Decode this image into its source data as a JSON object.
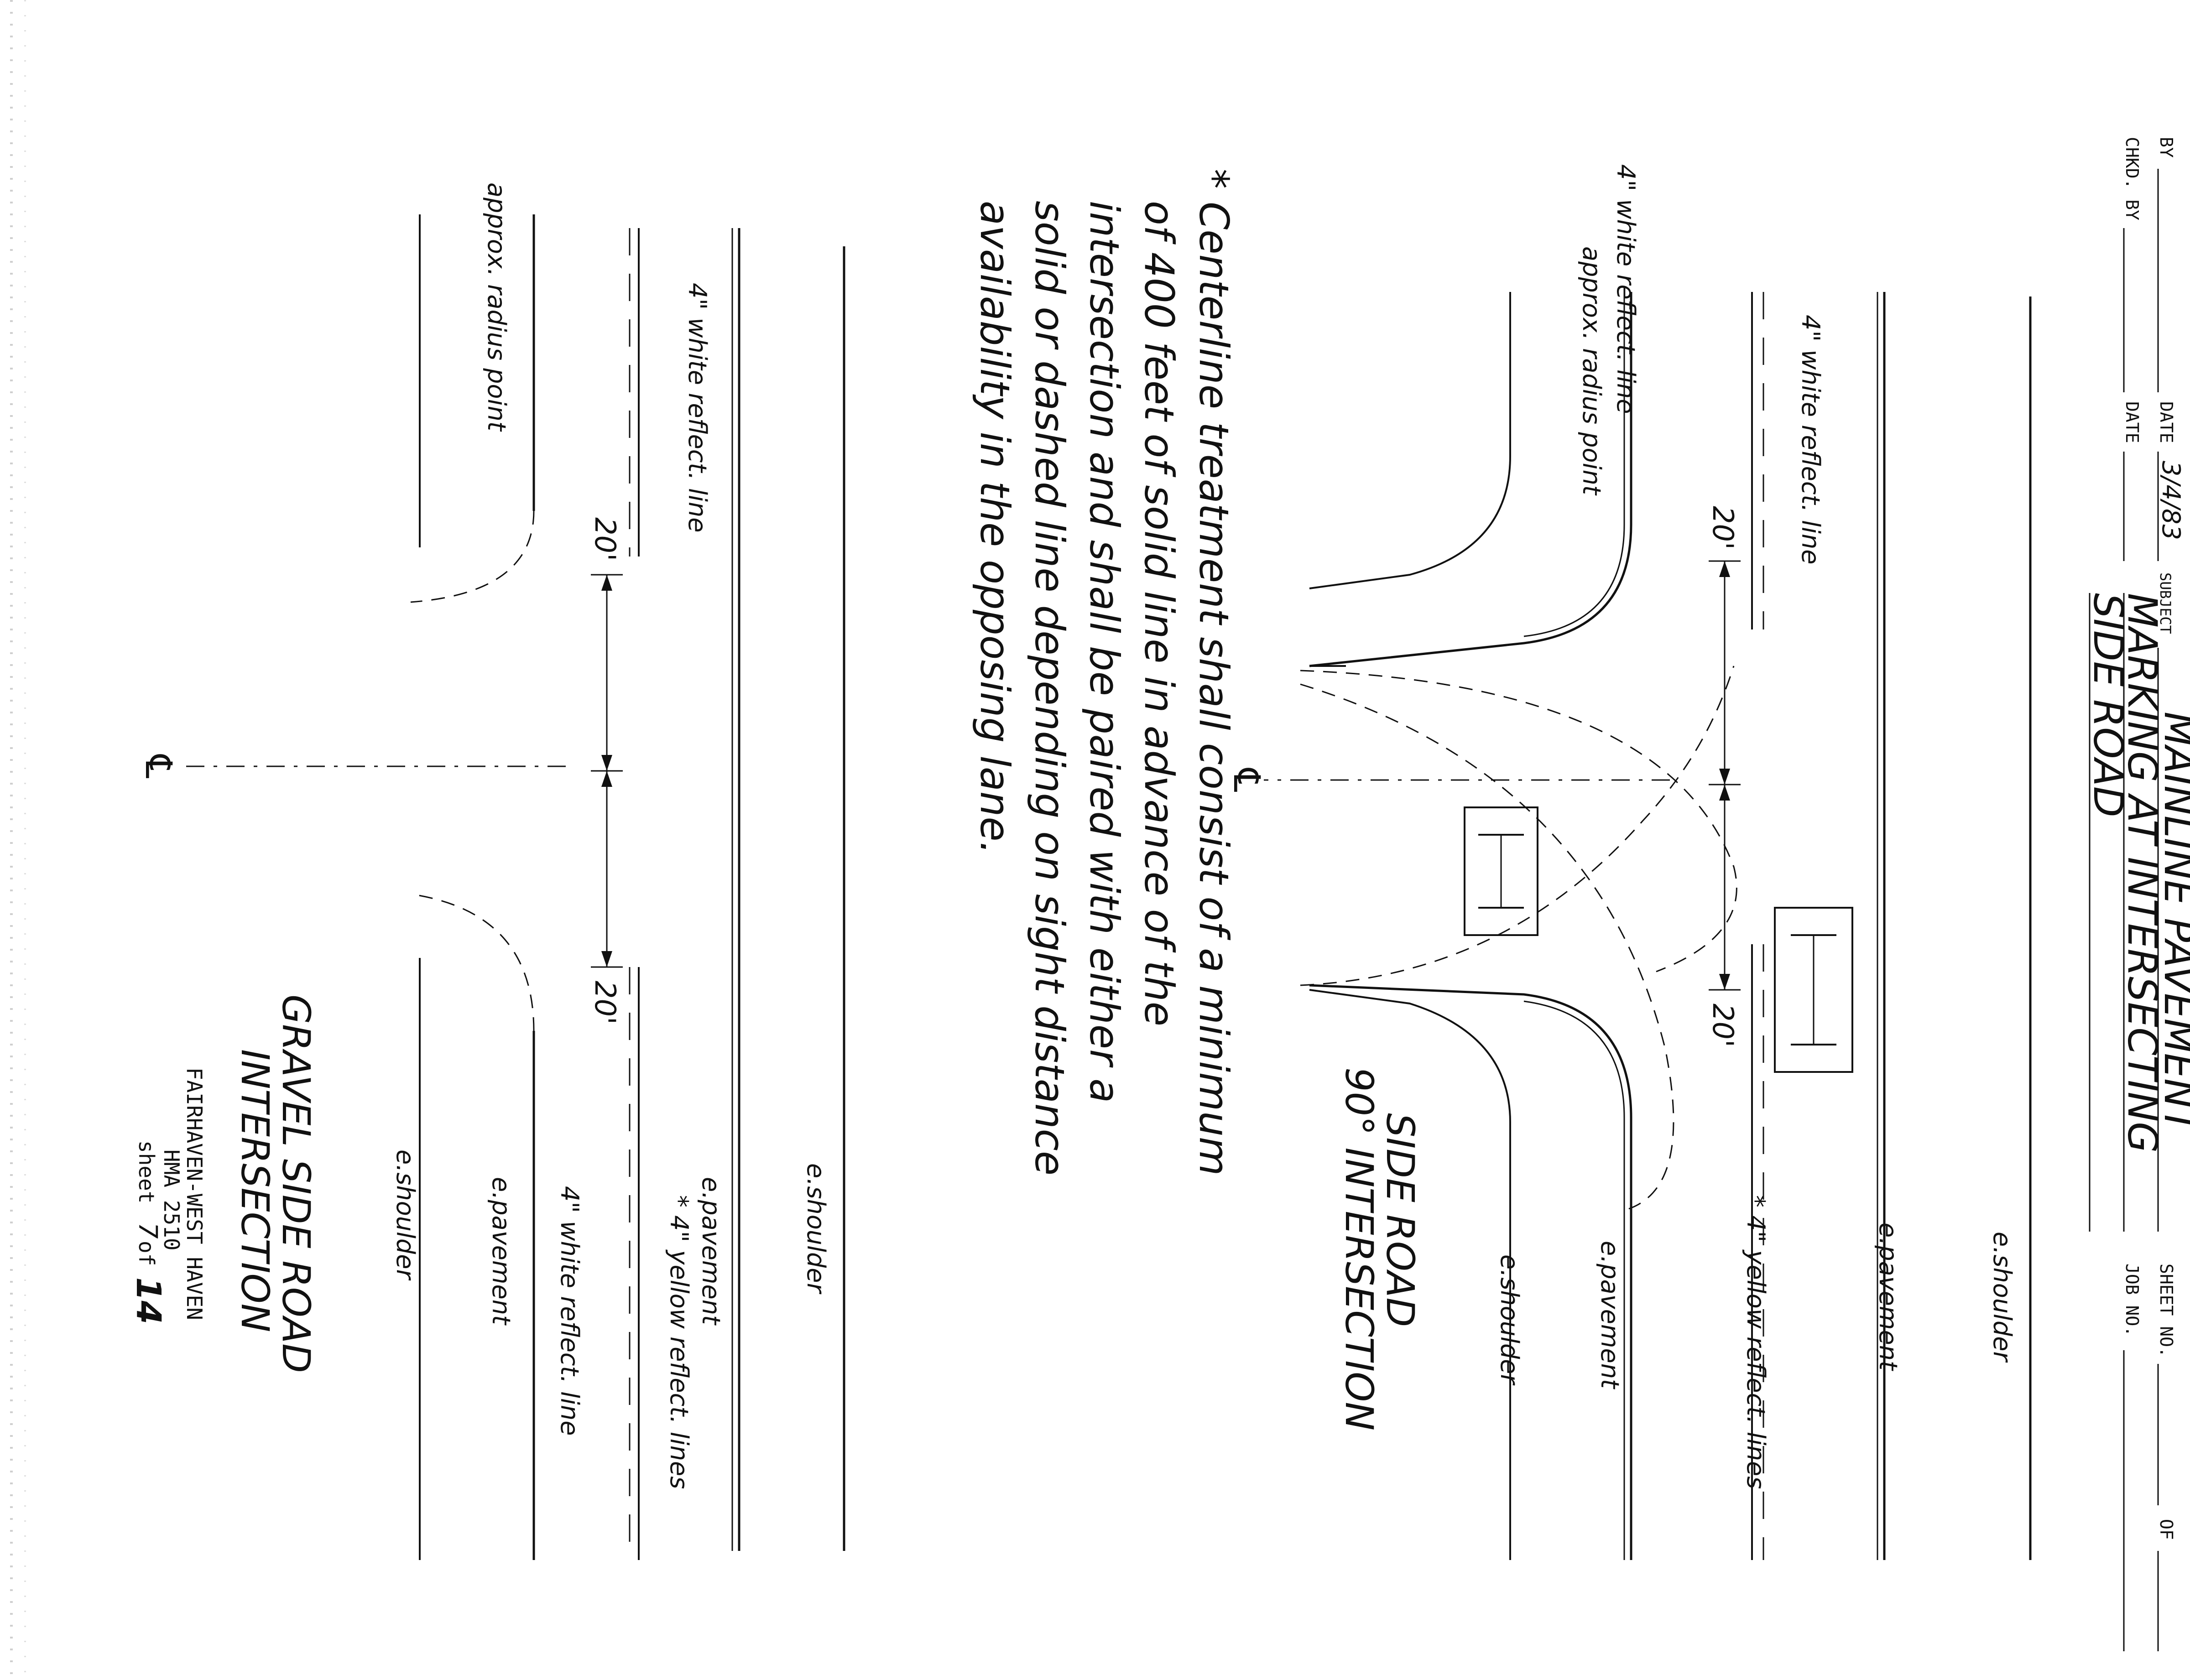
{
  "title_block": {
    "by_label": "BY",
    "date_label": "DATE",
    "date_value": "3/4/83",
    "chkd_by_label": "CHKD. BY",
    "date2_label": "DATE",
    "subject_label": "SUBJECT",
    "subject_line1": "MAINLINE PAVEMENT",
    "subject_line2": "MARKING AT INTERSECTING",
    "subject_line3": "SIDE ROAD",
    "sheet_no_label": "SHEET NO.",
    "of_label": "OF",
    "job_no_label": "JOB NO."
  },
  "top_diagram": {
    "label_edge_shoulder": "e.shoulder",
    "label_edge_pavement": "e.pavement",
    "label_white_line_1": "4\" white reflect. line",
    "label_white_line_2": "4\" white reflect. line",
    "label_radius_point": "approx. radius point",
    "label_yellow_lines": "* 4\" yellow reflect. lines",
    "dim_left": "20'",
    "dim_right": "20'",
    "centerline_symbol": "℄",
    "label_edge_pavement_2": "e.pavement",
    "label_edge_shoulder_2": "e.shoulder",
    "section_title_line1": "SIDE ROAD",
    "section_title_line2": "90° INTERSECTION"
  },
  "note": {
    "line1": "* Centerline treatment shall consist of a minimum",
    "line2": "of 400 feet of solid line in advance of the",
    "line3": "intersection and shall be paired with either a",
    "line4": "solid or dashed line depending on sight distance",
    "line5": "availability in the opposing lane."
  },
  "bottom_diagram": {
    "label_white_line_1": "4\" white reflect. line",
    "label_radius_point": "approx. radius point",
    "dim_left": "20'",
    "dim_right": "20'",
    "centerline_symbol": "℄",
    "label_edge_shoulder": "e.shoulder",
    "label_edge_pavement": "e.pavement",
    "label_yellow_lines": "* 4\" yellow reflect. lines",
    "label_white_line_2": "4\" white reflect. line",
    "label_edge_pavement_2": "e.pavement",
    "label_edge_shoulder_2": "e.shoulder",
    "section_title_line1": "GRAVEL SIDE ROAD",
    "section_title_line2": "INTERSECTION"
  },
  "footer": {
    "line1": "FAIRHAVEN-WEST HAVEN",
    "line2": "HMA 2510",
    "sheet_prefix": "sheet",
    "sheet_num": "7",
    "sheet_of": "of",
    "sheet_total": "14"
  }
}
